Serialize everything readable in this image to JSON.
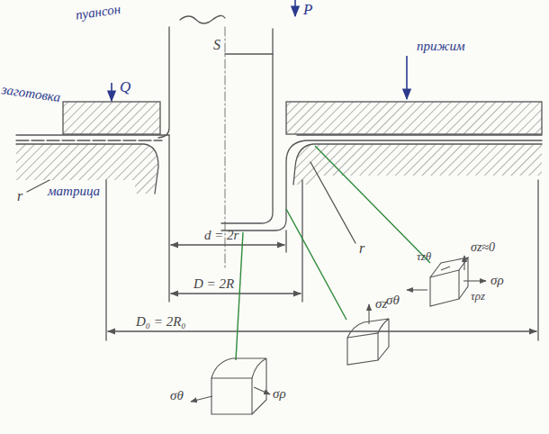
{
  "diagram": {
    "labels": [
      "пуансон",
      "P",
      "S",
      "заготовка",
      "Q",
      "прижим",
      "матрица",
      "r",
      "r",
      "d = 2r",
      "D = 2R",
      "D₀ = 2R₀",
      "σz≈0",
      "τzθ",
      "σθ",
      "σρ",
      "τρz",
      "σz",
      "σθ",
      "σρ"
    ]
  }
}
